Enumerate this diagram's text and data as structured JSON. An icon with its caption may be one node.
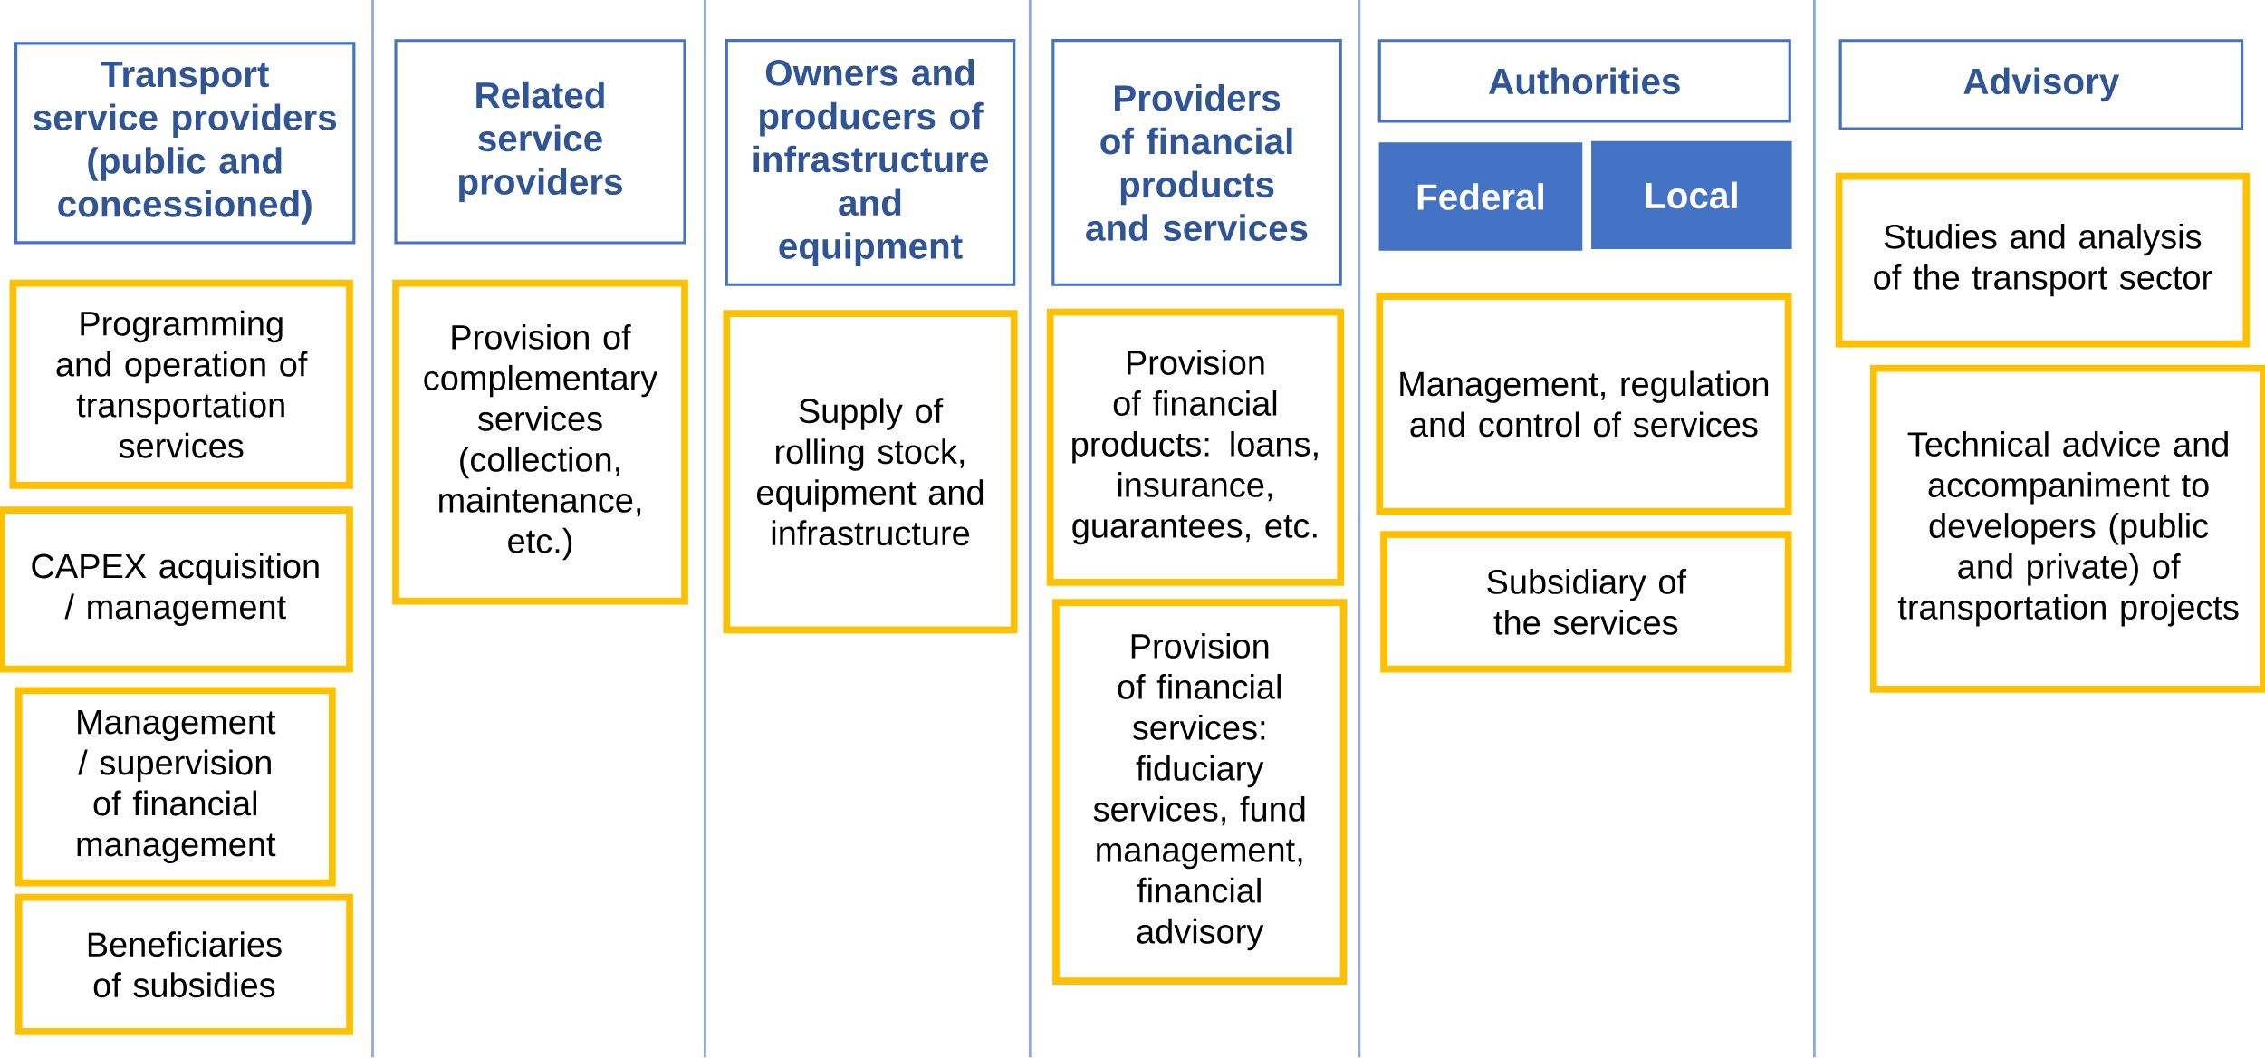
{
  "diagram": {
    "nodes": [
      {
        "text": [
          "Transport service providers (public and concessioned)"
        ]
      },
      {
        "text": [
          "Programming and operation of transportation services"
        ]
      },
      {
        "text": [
          "CAPEX acquisition / management"
        ]
      },
      {
        "text": [
          "Management / supervision of financial management"
        ]
      },
      {
        "text": [
          "Beneficiaries of subsidies"
        ]
      },
      {
        "text": [
          "Related service providers"
        ]
      },
      {
        "text": [
          "Provision of complementary services (collection, maintenance, etc.)"
        ]
      },
      {
        "text": [
          "Owners and producers of infrastructure and equipment"
        ]
      },
      {
        "text": [
          "Supply of rolling stock, equipment and infrastructure"
        ]
      },
      {
        "text": [
          "Providers of financial products and services"
        ]
      },
      {
        "text": [
          "Provision of financial products: loans, insurance, guarantees, etc."
        ]
      },
      {
        "text": [
          "Provision of financial services: fiduciary services, fund management, financial advisory"
        ]
      },
      {
        "text": [
          "Authorities"
        ]
      },
      {
        "text": [
          "Federal"
        ]
      },
      {
        "text": [
          "Local"
        ]
      },
      {
        "text": [
          "Management, regulation and control of services"
        ]
      },
      {
        "text": [
          "Subsidiary of the services"
        ]
      },
      {
        "text": [
          "Advisory"
        ]
      },
      {
        "text": [
          "Studies and analysis of the transport sector"
        ]
      },
      {
        "text": [
          "Technical advice and accompaniment to developers (public and private) of transportation projects"
        ]
      }
    ]
  }
}
